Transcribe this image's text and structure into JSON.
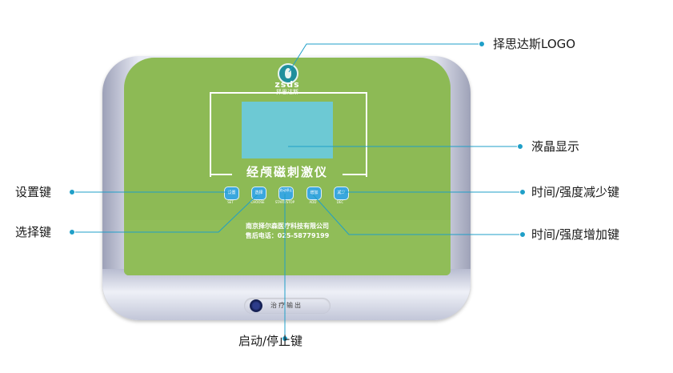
{
  "device": {
    "logo_text": "zsds",
    "logo_subtext": "择思达斯",
    "product_title": "经颅磁刺激仪",
    "buttons": [
      {
        "key": "set",
        "label": "设置",
        "sublabel": "SET"
      },
      {
        "key": "choose",
        "label": "选择",
        "sublabel": "CHOOSE"
      },
      {
        "key": "start",
        "label": "启动停止",
        "sublabel": "START/STOP"
      },
      {
        "key": "add",
        "label": "增加",
        "sublabel": "ADD"
      },
      {
        "key": "dec",
        "label": "减少",
        "sublabel": "DEC"
      }
    ],
    "company": "南京择尔森医疗科技有限公司",
    "phone": "售后电话：025-58779199",
    "output_label": "治疗输出"
  },
  "callouts": {
    "logo": "择思达斯LOGO",
    "lcd": "液晶显示",
    "set_key": "设置键",
    "choose_key": "选择键",
    "start_stop_key": "启动/停止键",
    "dec_key": "时间/强度减少键",
    "add_key": "时间/强度增加键"
  },
  "colors": {
    "panel_green": "#8dba55",
    "lcd_cyan": "#6dc9d4",
    "button_blue": "#3aa7de",
    "callout_line": "#1f9fc8"
  }
}
